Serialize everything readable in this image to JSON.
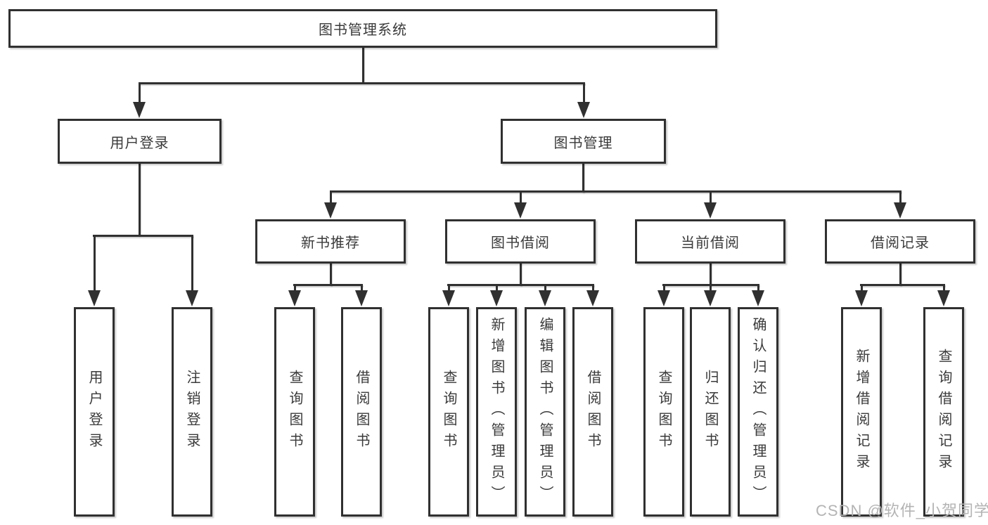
{
  "diagram": {
    "title": "图书管理系统",
    "level2": [
      {
        "label": "用户登录"
      },
      {
        "label": "图书管理"
      }
    ],
    "level3": [
      {
        "label": "新书推荐"
      },
      {
        "label": "图书借阅"
      },
      {
        "label": "当前借阅"
      },
      {
        "label": "借阅记录"
      }
    ],
    "leaves": [
      {
        "label": "用户登录"
      },
      {
        "label": "注销登录"
      },
      {
        "label": "查询图书"
      },
      {
        "label": "借阅图书"
      },
      {
        "label": "查询图书"
      },
      {
        "label": "新增图书（管理员）"
      },
      {
        "label": "编辑图书（管理员）"
      },
      {
        "label": "借阅图书"
      },
      {
        "label": "查询图书"
      },
      {
        "label": "归还图书"
      },
      {
        "label": "确认归还（管理员）"
      },
      {
        "label": "新增借阅记录"
      },
      {
        "label": "查询借阅记录"
      }
    ],
    "watermark": "CSDN @软件_小贺同学",
    "colors": {
      "line": "#303030",
      "text": "#3a3a3a",
      "background": "#ffffff",
      "watermark": "#b4b4b4"
    }
  }
}
